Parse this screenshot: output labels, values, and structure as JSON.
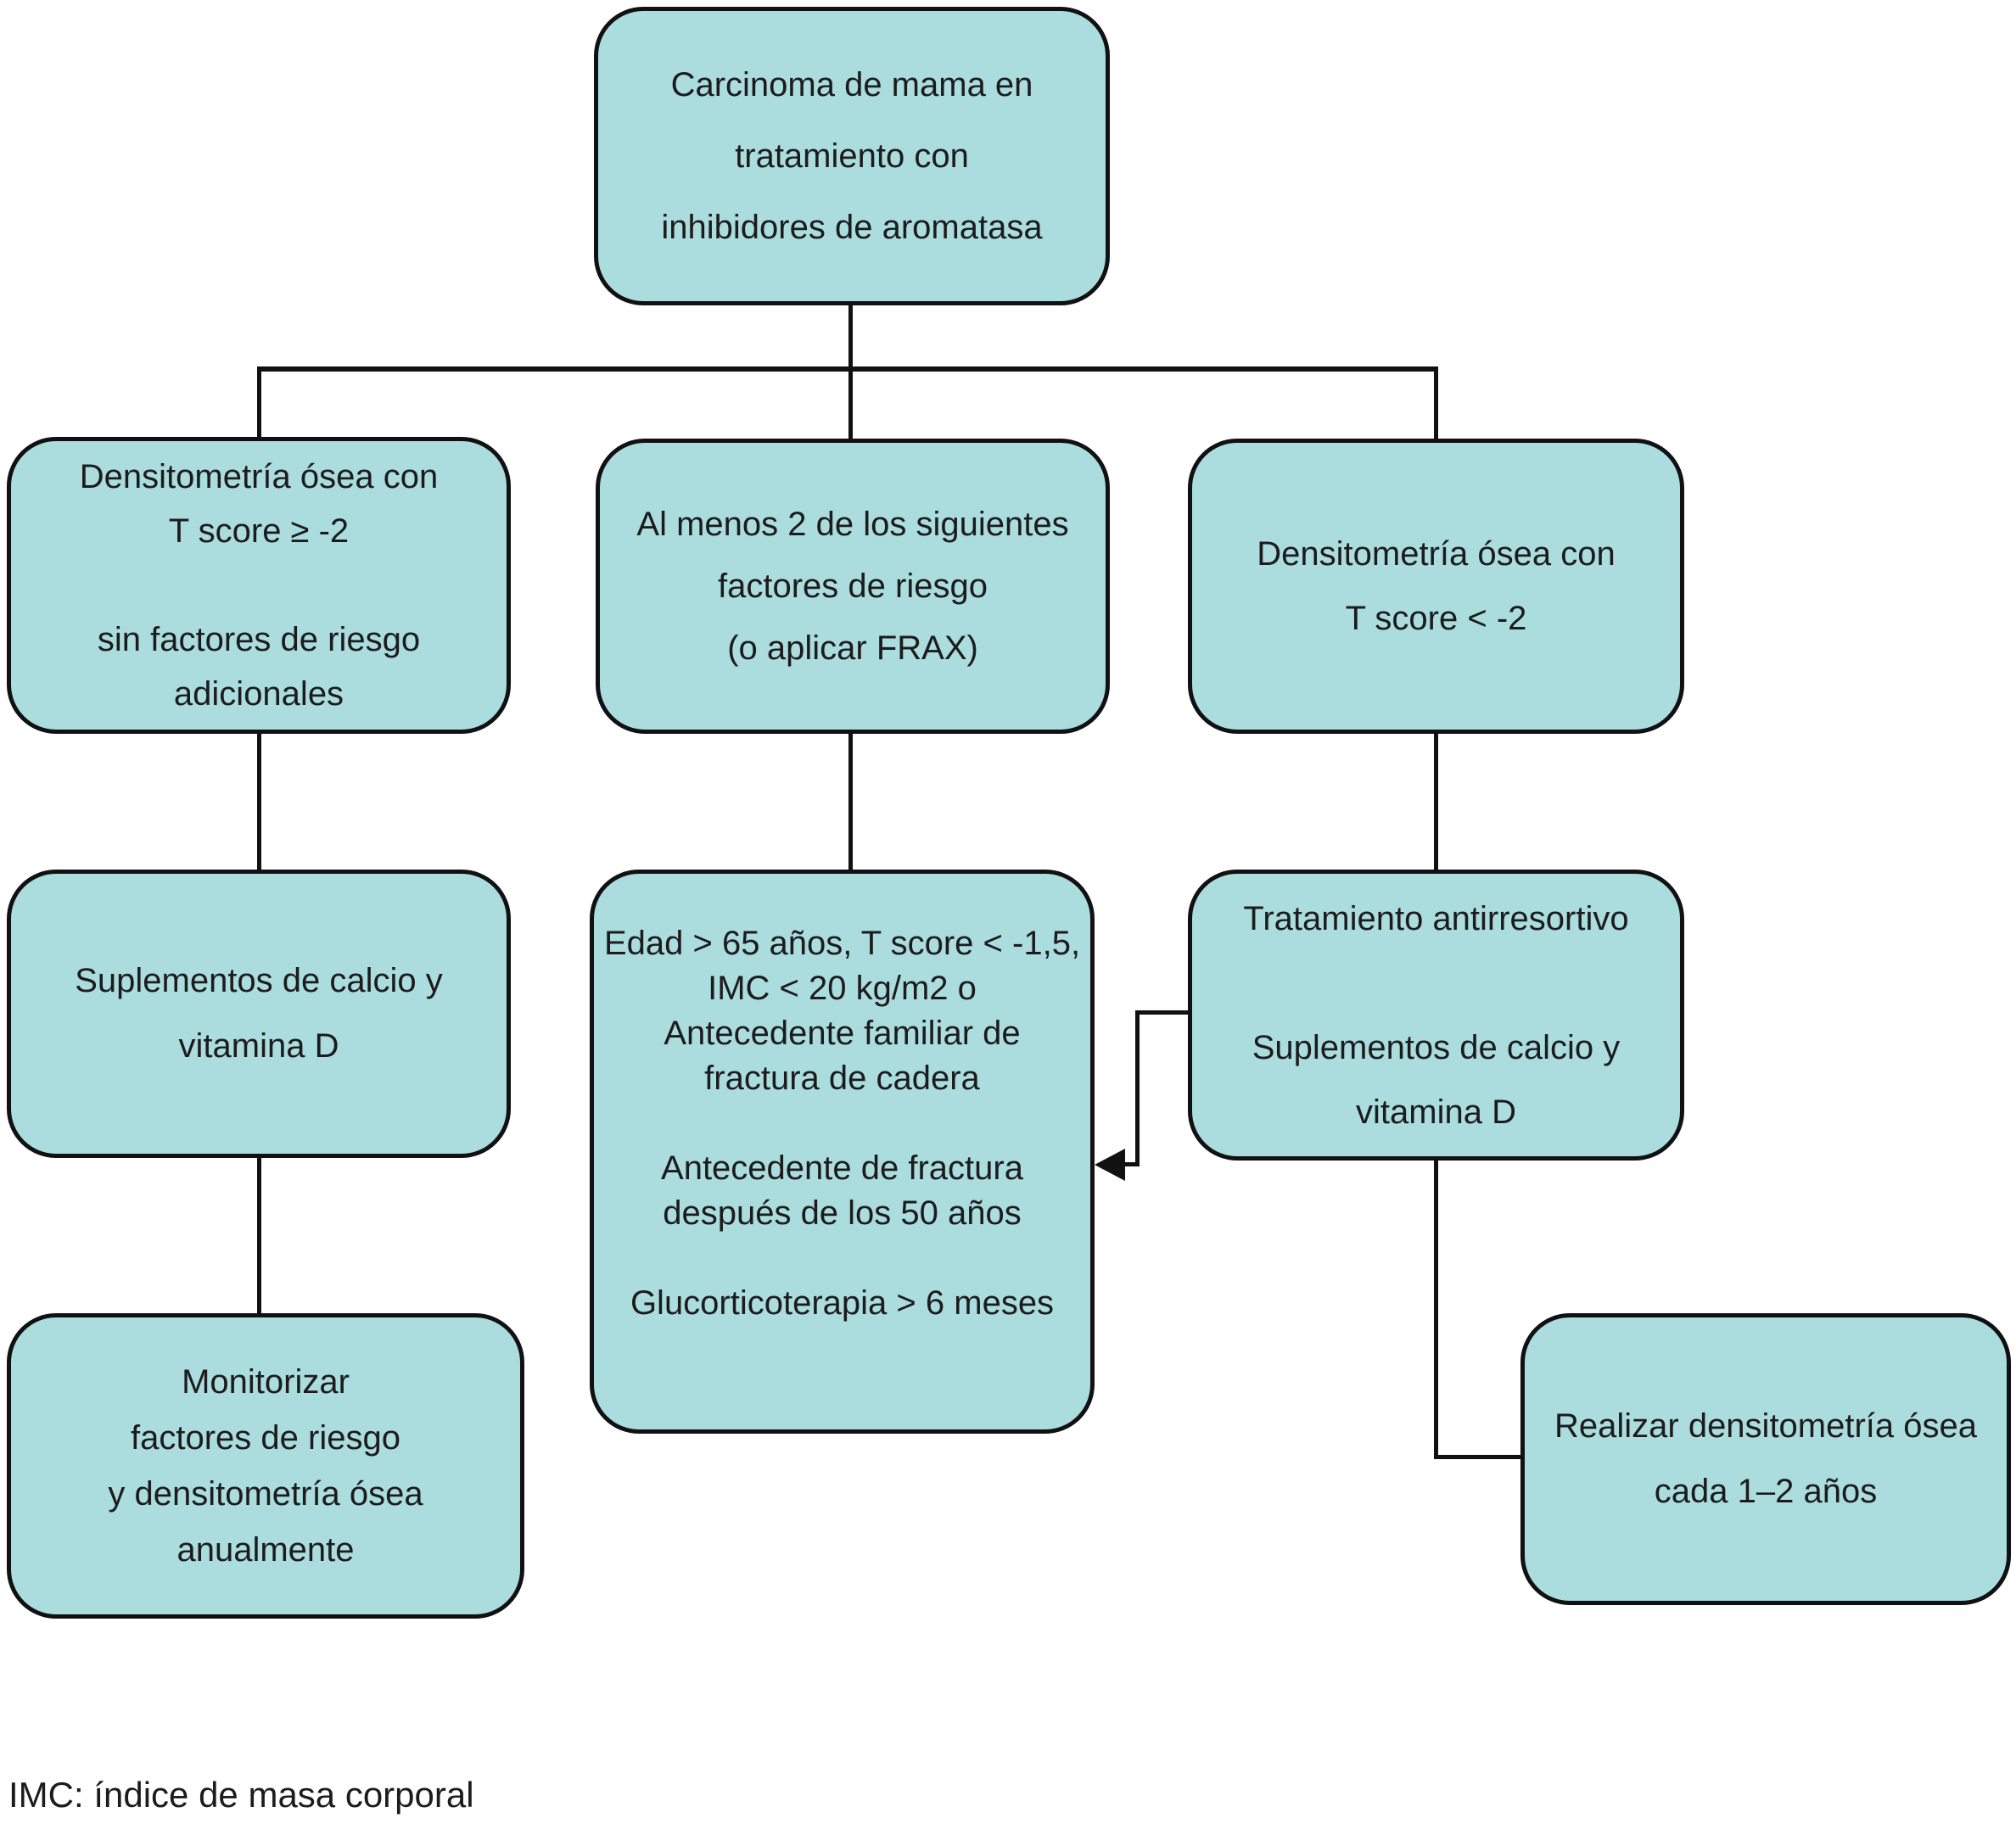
{
  "flowchart": {
    "boxes": {
      "carcinoma": {
        "text": "Carcinoma de mama en\ntratamiento con\ninhibidores de aromatasa"
      },
      "densitometria_ge": {
        "text": "Densitometría ósea con\nT score ≥ -2\n\nsin factores de riesgo\nadicionales"
      },
      "al_menos_2": {
        "text": "Al menos 2 de los siguientes\nfactores de riesgo\n(o aplicar FRAX)"
      },
      "densitometria_lt": {
        "text": "Densitometría ósea con\nT score < -2"
      },
      "suplementos": {
        "text": "Suplementos de calcio y\nvitamina D"
      },
      "factores_lista": {
        "text": "Edad > 65 años, T score < -1,5,\nIMC < 20 kg/m2 o\nAntecedente familiar de\nfractura de cadera\n\nAntecedente de fractura\ndespués de los 50 años\n\nGlucorticoterapia > 6 meses"
      },
      "tratamiento": {
        "text": "Tratamiento antirresortivo\n\nSuplementos de calcio y\nvitamina D"
      },
      "monitorizar": {
        "text": "Monitorizar\nfactores de riesgo\ny densitometría ósea\nanualmente"
      },
      "realizar": {
        "text": "Realizar densitometría ósea\ncada 1–2 años"
      }
    },
    "footnote": "IMC: índice de masa corporal",
    "colors": {
      "box_fill": "#abdcde",
      "box_border": "#111111",
      "line": "#111111",
      "text": "#1c1c1c",
      "background": "#ffffff"
    }
  }
}
